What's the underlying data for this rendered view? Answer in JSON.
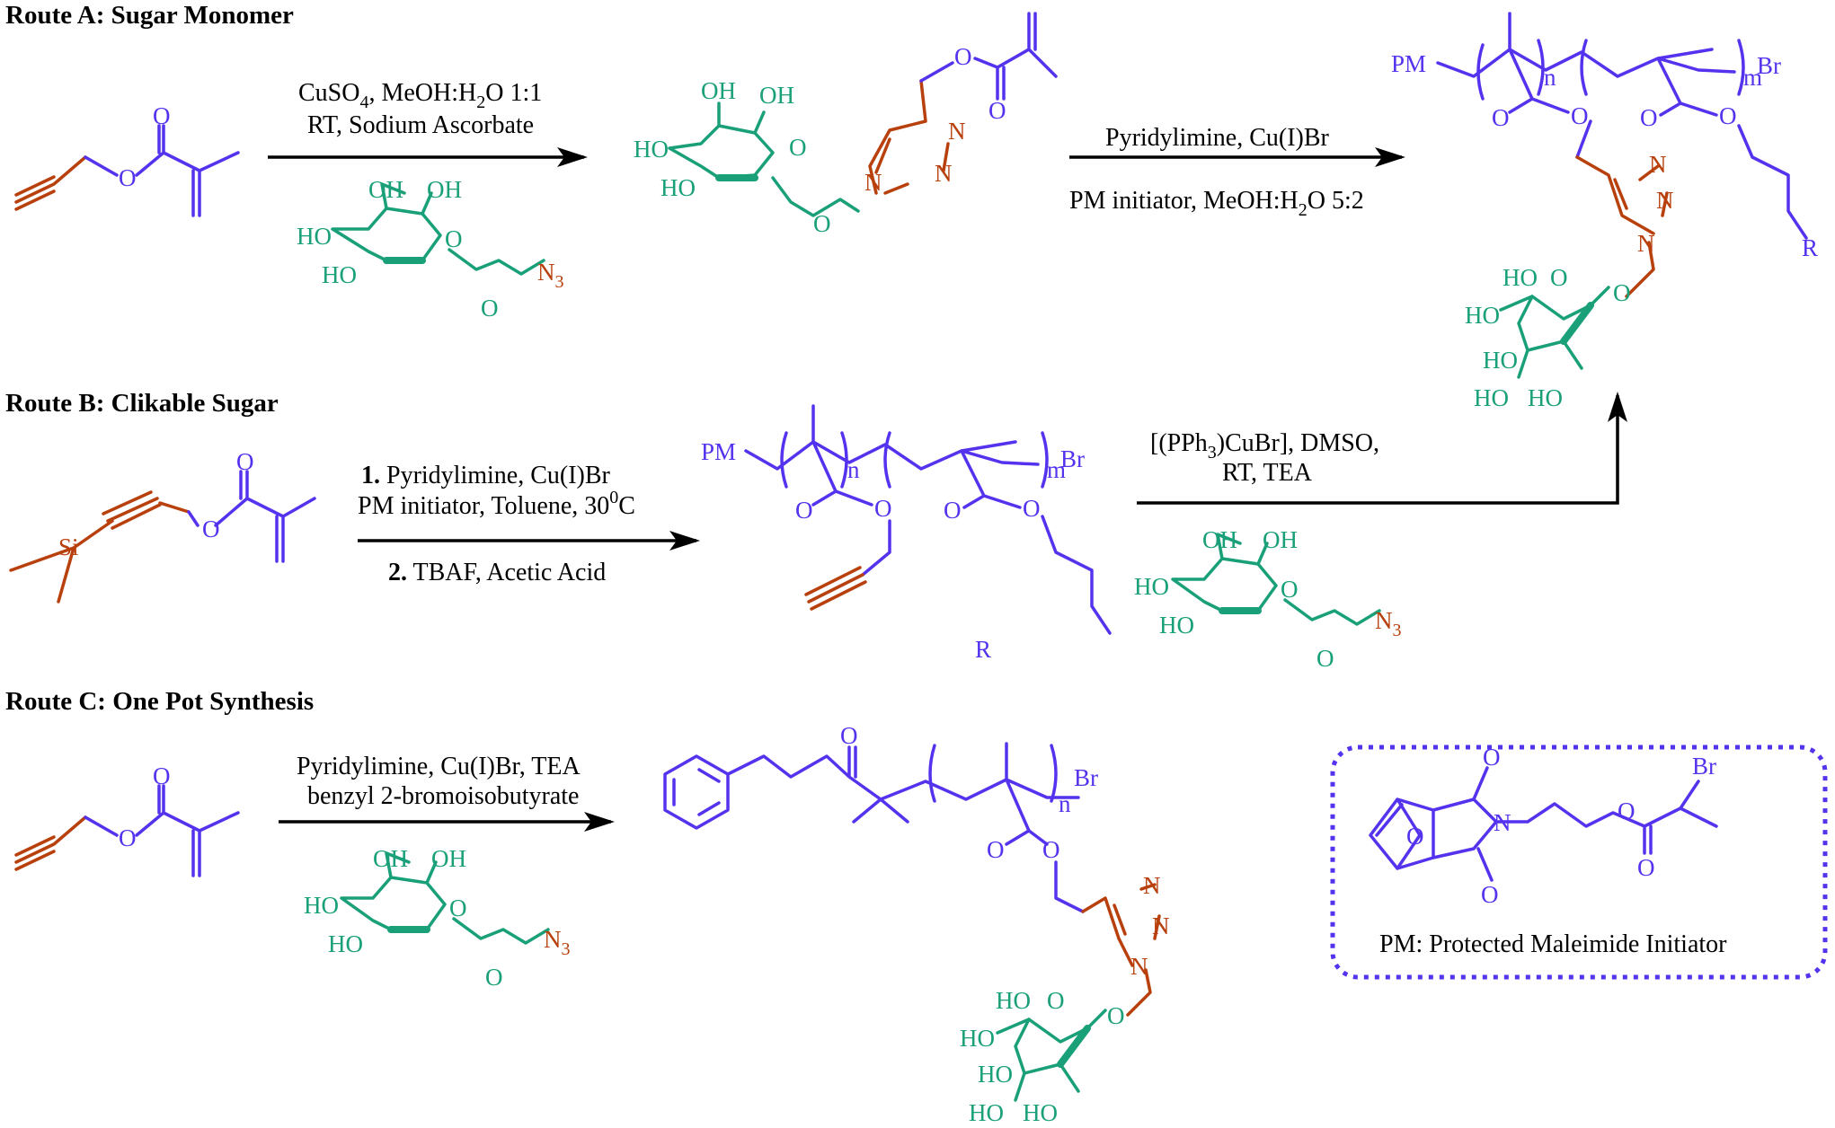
{
  "route_a": {
    "title": "Route A: Sugar Monomer",
    "cond_line1": "CuSO",
    "cond_line1_sub": "4",
    "cond_line1_rest": ", MeOH:H",
    "cond_line1_sub2": "2",
    "cond_line1_end": "O 1:1",
    "cond_line2": "RT, Sodium Ascorbate",
    "cond2_line1": "Pyridylimine, Cu(I)Br",
    "cond2_line2": "PM initiator, MeOH:H",
    "cond2_line2_sub": "2",
    "cond2_line2_end": "O 5:2"
  },
  "route_b": {
    "title": "Route B: Clikable Sugar",
    "step1_num": "1.",
    "step1_text": " Pyridylimine, Cu(I)Br",
    "step1_line2": "PM initiator, Toluene, 30",
    "step1_sup": "0",
    "step1_unit": "C",
    "step2_num": "2.",
    "step2_text": " TBAF, Acetic Acid",
    "cond2_line1": "[(PPh",
    "cond2_sub": "3",
    "cond2_line1_end": ")CuBr], DMSO,",
    "cond2_line2": "RT, TEA"
  },
  "route_c": {
    "title": "Route C: One Pot Synthesis",
    "cond_line1": "Pyridylimine, Cu(I)Br, TEA",
    "cond_line2": "benzyl 2-bromoisobutyrate"
  },
  "pm_box": {
    "caption": "PM: Protected Maleimide Initiator"
  },
  "atoms": {
    "O": "O",
    "OH": "OH",
    "HO": "HO",
    "N": "N",
    "N3": "N",
    "N3_sub": "3",
    "Si": "Si",
    "PM": "PM",
    "Br": "Br",
    "R": "R",
    "n": "n",
    "m": "m"
  },
  "colors": {
    "polymer": "#5533ee",
    "sugar": "#1aa079",
    "click": "#b8400c",
    "arrow": "#000000"
  }
}
